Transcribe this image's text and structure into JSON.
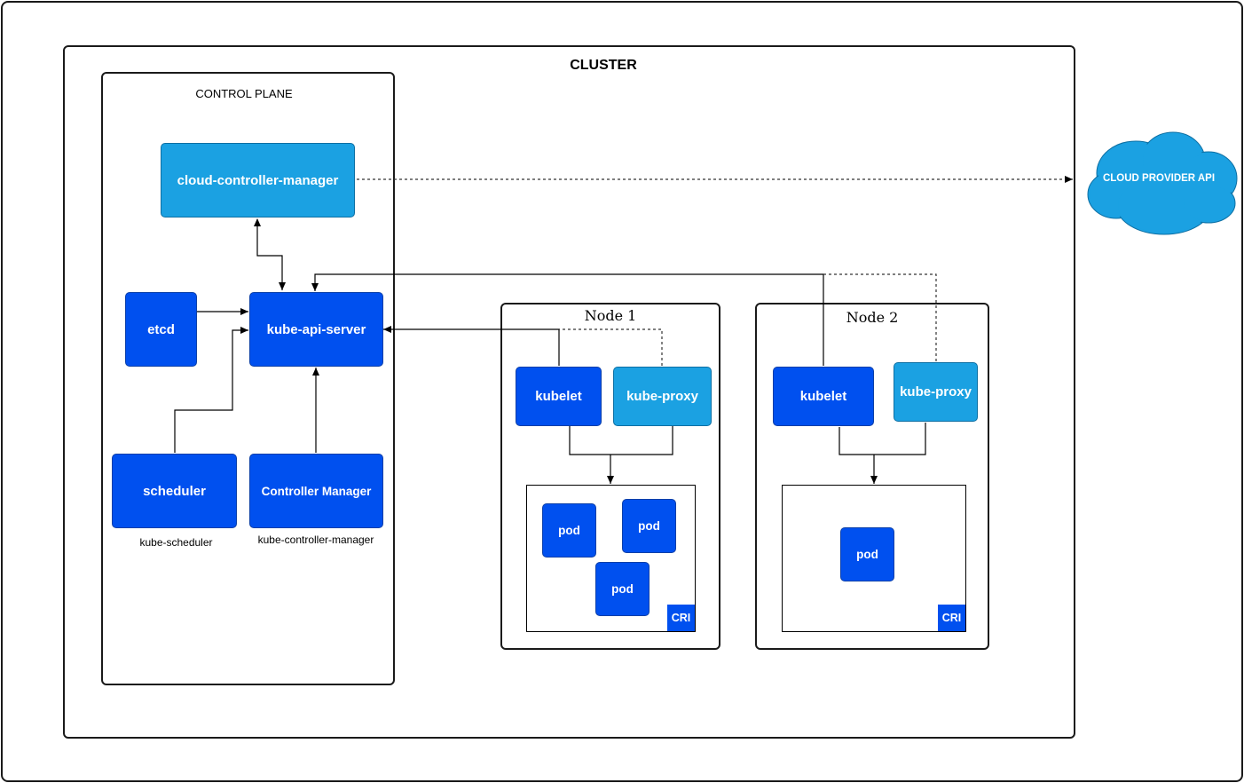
{
  "cluster": {
    "title": "CLUSTER"
  },
  "control_plane": {
    "title": "CONTROL PLANE",
    "cloud_controller_manager": "cloud-controller-manager",
    "etcd": "etcd",
    "api_server": "kube-api-server",
    "scheduler": "scheduler",
    "scheduler_caption": "kube-scheduler",
    "controller_manager": "Controller Manager",
    "controller_manager_caption": "kube-controller-manager"
  },
  "nodes": [
    {
      "title": "Node 1",
      "kubelet": "kubelet",
      "kube_proxy": "kube-proxy",
      "pods": [
        "pod",
        "pod",
        "pod"
      ],
      "cri": "CRI"
    },
    {
      "title": "Node 2",
      "kubelet": "kubelet",
      "kube_proxy": "kube-proxy",
      "pods": [
        "pod"
      ],
      "cri": "CRI"
    }
  ],
  "cloud": {
    "label": "CLOUD PROVIDER API"
  },
  "colors": {
    "component": "#0050ef",
    "component_light": "#1ba1e2",
    "border": "#1a1a1a"
  }
}
